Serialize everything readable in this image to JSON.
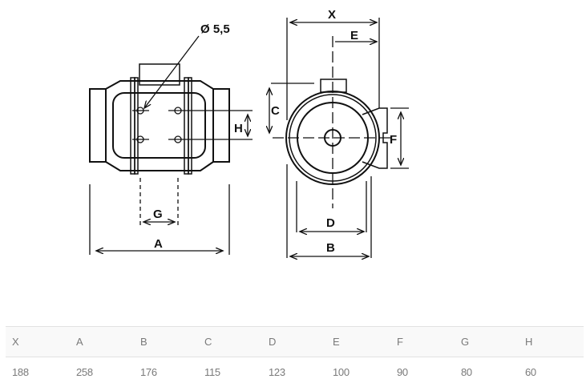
{
  "drawing": {
    "hole_label": "Ø 5,5",
    "labels": {
      "X": "X",
      "A": "A",
      "B": "B",
      "C": "C",
      "D": "D",
      "E": "E",
      "F": "F",
      "G": "G",
      "H": "H"
    }
  },
  "table": {
    "headers": [
      "X",
      "A",
      "B",
      "C",
      "D",
      "E",
      "F",
      "G",
      "H"
    ],
    "values": [
      "188",
      "258",
      "176",
      "115",
      "123",
      "100",
      "90",
      "80",
      "60"
    ]
  }
}
